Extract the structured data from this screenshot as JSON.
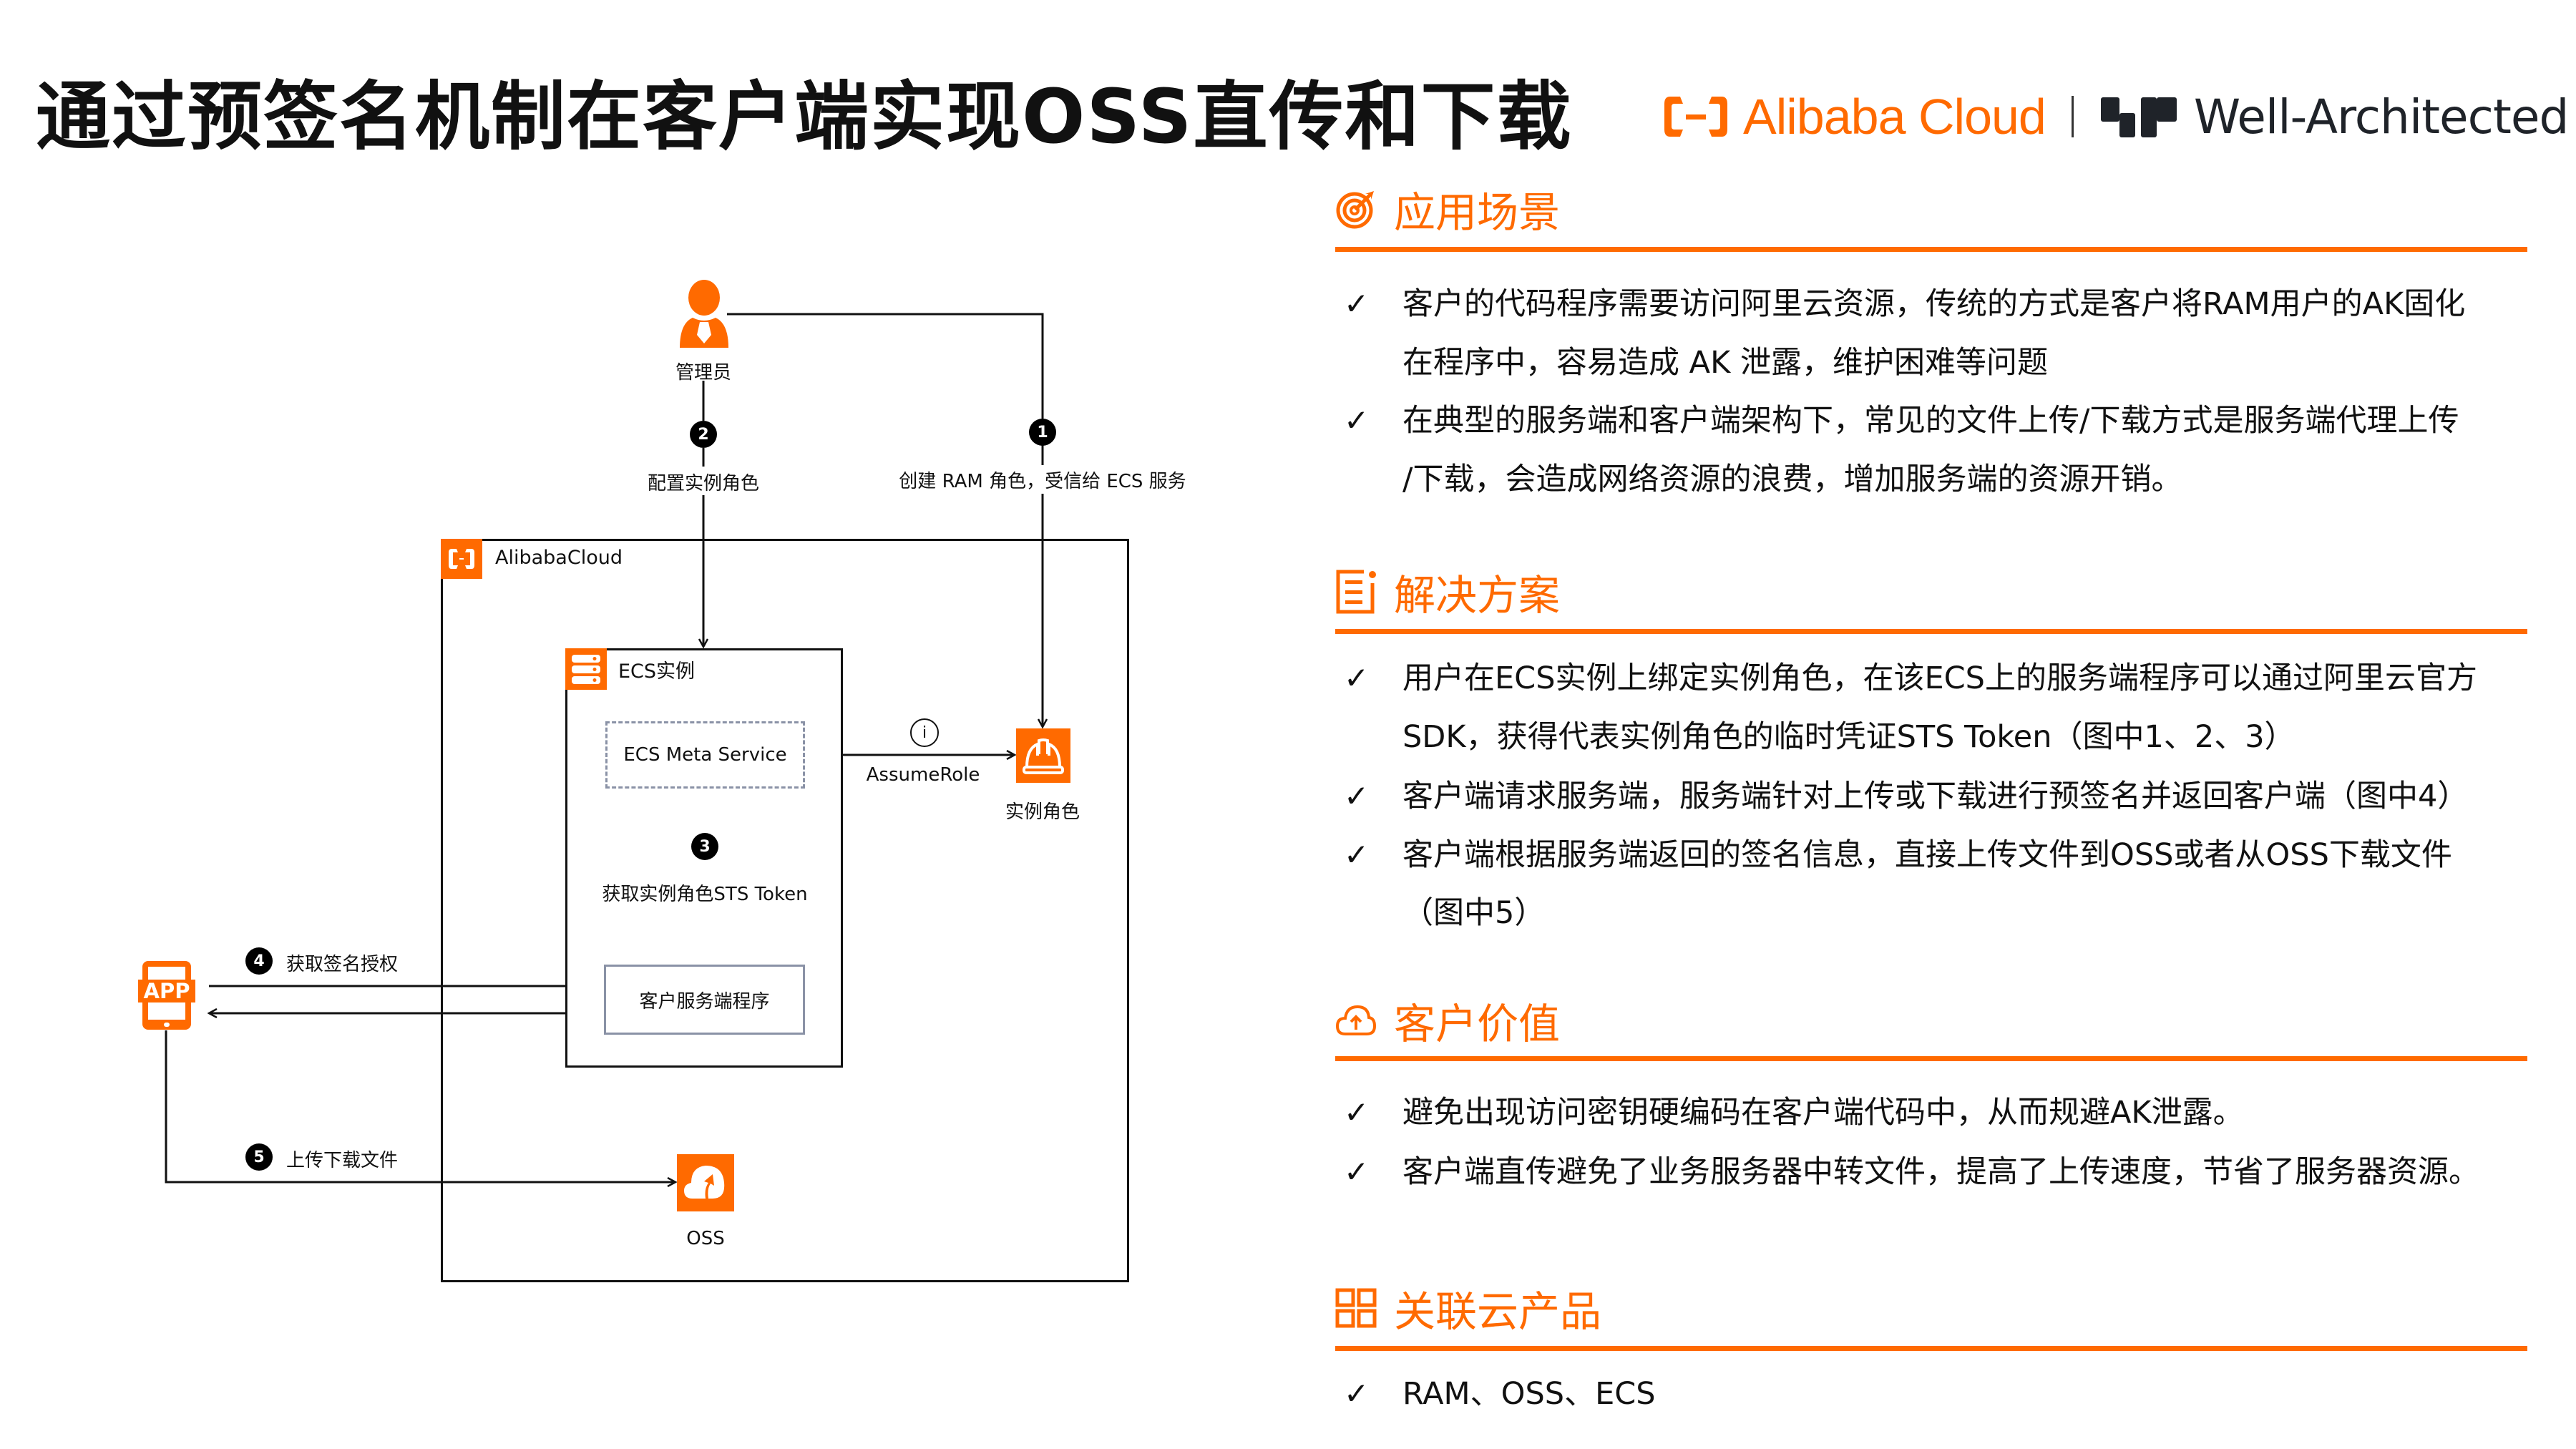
{
  "title": "通过预签名机制在客户端实现OSS直传和下载",
  "brand": {
    "alibaba_cloud": "Alibaba Cloud",
    "well_architected": "Well-Architected",
    "accent_color": "#ff6a00"
  },
  "sections": [
    {
      "heading": "应用场景",
      "icon": "target-icon",
      "bullets": [
        [
          "客户的代码程序需要访问阿里云资源，传统的方式是客户将RAM用户的AK固化",
          "在程序中，容易造成 AK 泄露，维护困难等问题"
        ],
        [
          "在典型的服务端和客户端架构下，常见的文件上传/下载方式是服务端代理上传",
          "/下载，会造成网络资源的浪费，增加服务端的资源开销。"
        ]
      ]
    },
    {
      "heading": "解决方案",
      "icon": "document-icon",
      "bullets": [
        [
          "用户在ECS实例上绑定实例角色，在该ECS上的服务端程序可以通过阿里云官方",
          "SDK，获得代表实例角色的临时凭证STS Token（图中1、2、3）"
        ],
        [
          "客户端请求服务端，服务端针对上传或下载进行预签名并返回客户端（图中4）"
        ],
        [
          "客户端根据服务端返回的签名信息，直接上传文件到OSS或者从OSS下载文件",
          "（图中5）"
        ]
      ]
    },
    {
      "heading": "客户价值",
      "icon": "cloud-upload-icon",
      "bullets": [
        [
          "避免出现访问密钥硬编码在客户端代码中，从而规避AK泄露。"
        ],
        [
          "客户端直传避免了业务服务器中转文件，提高了上传速度，节省了服务器资源。"
        ]
      ]
    },
    {
      "heading": "关联云产品",
      "icon": "grid-icon",
      "bullets": [
        [
          "RAM、OSS、ECS"
        ]
      ]
    }
  ],
  "check_glyph": "✓",
  "diagram": {
    "admin_label": "管理员",
    "step1_label": "创建 RAM 角色，受信给 ECS 服务",
    "step2_label": "配置实例角色",
    "step3_label": "获取实例角色STS Token",
    "step4_label": "获取签名授权",
    "step5_label": "上传下载文件",
    "steps": [
      "1",
      "2",
      "3",
      "4",
      "5"
    ],
    "alibaba_cloud_group": "AlibabaCloud",
    "ecs_group": "ECS实例",
    "meta_service": "ECS Meta Service",
    "assume_role": "AssumeRole",
    "info_glyph": "i",
    "instance_role": "实例角色",
    "server_app": "客户服务端程序",
    "app_label": "APP",
    "oss_label": "OSS"
  }
}
